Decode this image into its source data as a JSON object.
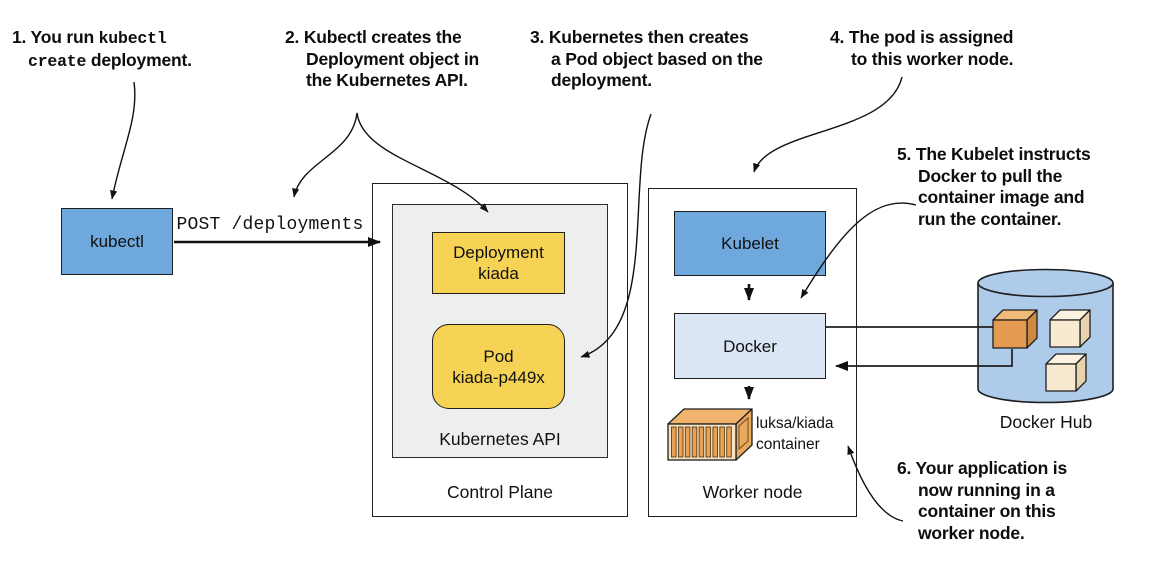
{
  "annotations": {
    "a1": {
      "l1_text": "1. You run ",
      "l1_code": "kubectl",
      "l2_code": "create",
      "l2_text": " deployment."
    },
    "a2": {
      "lines": [
        "2. Kubectl creates the",
        "Deployment object in",
        "the Kubernetes API."
      ]
    },
    "a3": {
      "lines": [
        "3. Kubernetes then creates",
        "a Pod object based on the",
        "deployment."
      ]
    },
    "a4": {
      "lines": [
        "4. The pod is assigned",
        "to this worker node."
      ]
    },
    "a5": {
      "lines": [
        "5. The Kubelet instructs",
        "Docker to pull the",
        "container image and",
        "run the container."
      ]
    },
    "a6": {
      "lines": [
        "6. Your application is",
        "now running in a",
        "container on this",
        "worker node."
      ]
    }
  },
  "boxes": {
    "kubectl": "kubectl",
    "deployment": {
      "line1": "Deployment",
      "line2": "kiada"
    },
    "pod": {
      "line1": "Pod",
      "line2": "kiada-p449x"
    },
    "kubernetes_api": "Kubernetes API",
    "control_plane": "Control Plane",
    "kubelet": "Kubelet",
    "docker": "Docker",
    "worker_node": "Worker node",
    "docker_hub": "Docker Hub",
    "container": {
      "line1": "luksa/kiada",
      "line2": "container"
    }
  },
  "labels": {
    "post": "POST /deployments"
  },
  "colors": {
    "node_blue": "#6FA8DC",
    "docker_light_blue": "#DAE6F3",
    "object_yellow": "#F6D355",
    "api_gray": "#EDEFEF",
    "hub_cylinder_blue": "#AECBEA",
    "cube_orange": "#E59A52",
    "cube_cream": "#F8E9D1",
    "line_black": "#111111"
  }
}
